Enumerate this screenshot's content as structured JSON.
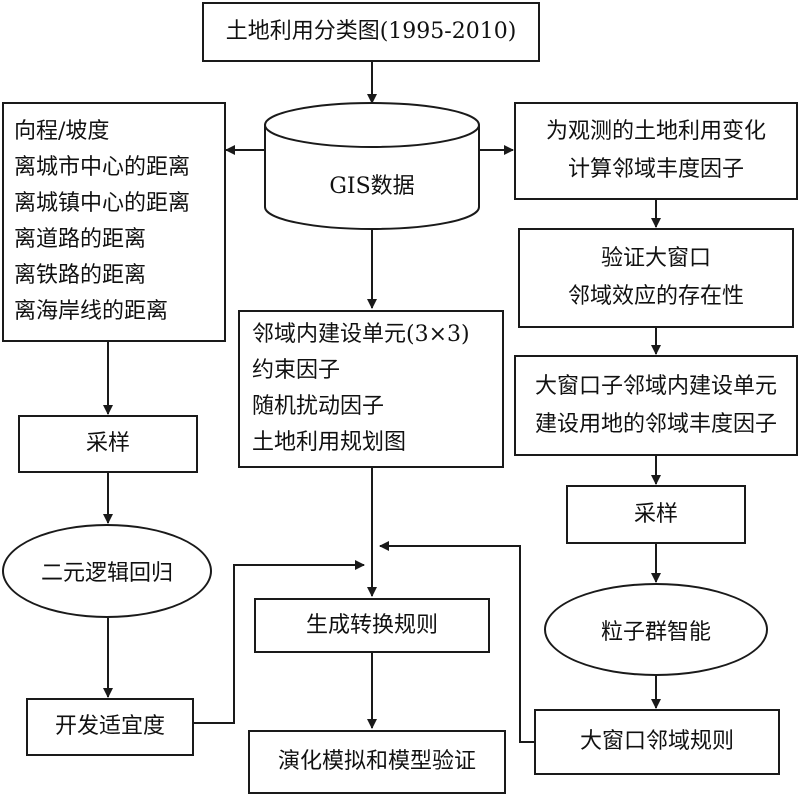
{
  "nodes": {
    "land_use_map": "土地利用分类图(1995-2010)",
    "gis_data": "GIS数据",
    "factors": [
      "向程/坡度",
      "离城市中心的距离",
      "离城镇中心的距离",
      "离道路的距离",
      "离铁路的距离",
      "离海岸线的距离"
    ],
    "compute_neighborhood": [
      "为观测的土地利用变化",
      "计算邻域丰度因子"
    ],
    "verify_window": [
      "验证大窗口",
      "邻域效应的存在性"
    ],
    "large_window_units": [
      "大窗口子邻域内建设单元",
      "建设用地的邻域丰度因子"
    ],
    "sampling_left": "采样",
    "sampling_right": "采样",
    "neighborhood_units": [
      "邻域内建设单元(3×3)",
      "约束因子",
      "随机扰动因子",
      "土地利用规划图"
    ],
    "logistic_regression": "二元逻辑回归",
    "pso": "粒子群智能",
    "suitability": "开发适宜度",
    "transition_rules": "生成转换规则",
    "large_window_rules": "大窗口邻域规则",
    "simulation": "演化模拟和模型验证"
  },
  "colors": {
    "stroke": "#1a1a1a",
    "text": "#111111",
    "background": "#ffffff"
  }
}
